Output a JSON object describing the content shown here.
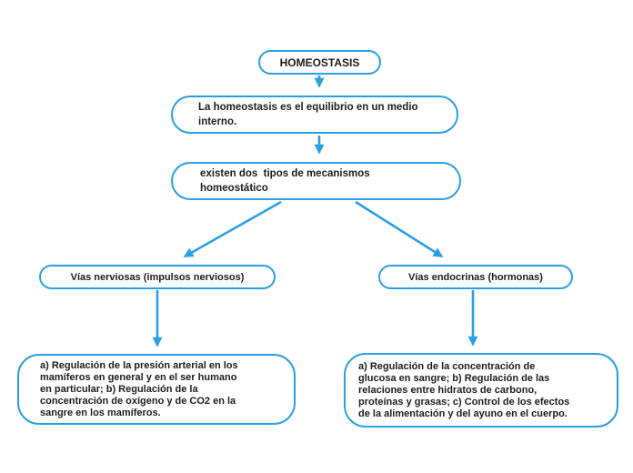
{
  "diagram": {
    "title": "HOMEOSTASIS",
    "colors": {
      "node_border": "#2B9FE5",
      "arrow": "#2B9FE5",
      "text": "#1c1c1c",
      "background": "#ffffff"
    },
    "nodes": [
      {
        "id": "homeostasis",
        "text": "HOMEOSTASIS"
      },
      {
        "id": "definition",
        "text": "La homeostasis es el equilibrio en un medio\ninterno."
      },
      {
        "id": "mechanisms",
        "text": "existen dos  tipos de mecanismos\nhomeostático"
      },
      {
        "id": "nervous",
        "text": "Vías nerviosas (impulsos nerviosos)"
      },
      {
        "id": "endocrine",
        "text": "Vías endocrinas (hormonas)"
      },
      {
        "id": "nervous-detail",
        "text": "a) Regulación de la presión arterial en los\nmamíferos en general y en el ser humano\nen particular; b) Regulación de la\nconcentración de oxígeno y de CO2 en la\nsangre en los mamíferos."
      },
      {
        "id": "endocrine-detail",
        "text": "a) Regulación de la concentración de\nglucosa en sangre; b) Regulación de las\nrelaciones entre hidratos de carbono,\nproteínas y grasas; c) Control de los efectos\nde la alimentación y del ayuno en el cuerpo."
      }
    ],
    "edges": [
      {
        "from": "homeostasis",
        "to": "definition"
      },
      {
        "from": "definition",
        "to": "mechanisms"
      },
      {
        "from": "mechanisms",
        "to": "nervous"
      },
      {
        "from": "mechanisms",
        "to": "endocrine"
      },
      {
        "from": "nervous",
        "to": "nervous-detail"
      },
      {
        "from": "endocrine",
        "to": "endocrine-detail"
      }
    ]
  }
}
